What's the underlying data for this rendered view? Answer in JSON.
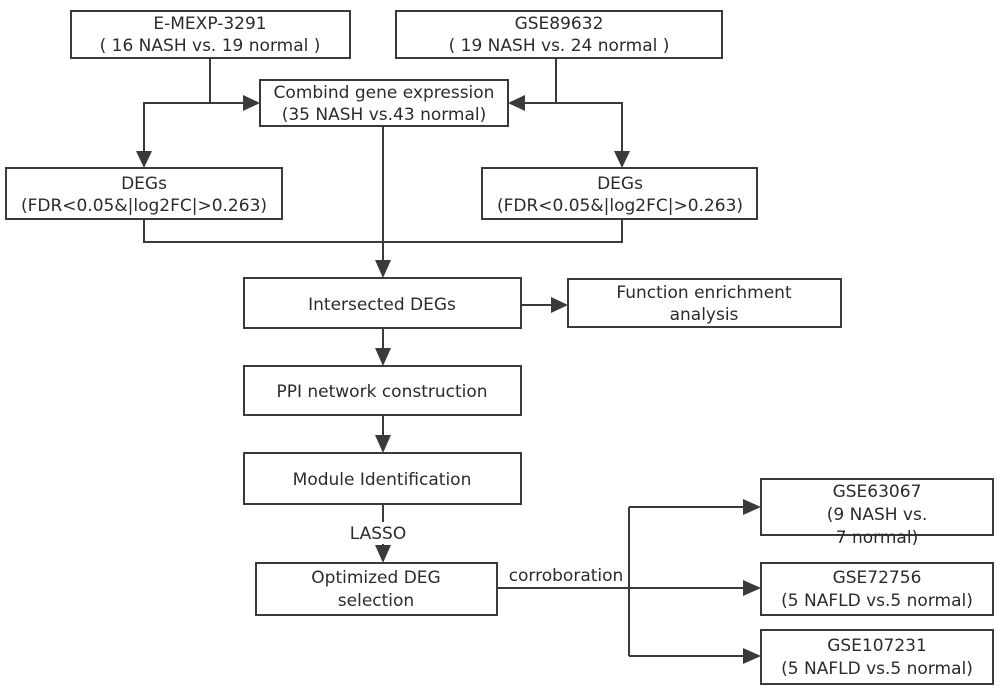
{
  "boxes": {
    "emexp": {
      "line1": "E-MEXP-3291",
      "line2": "( 16 NASH vs. 19 normal )"
    },
    "gse89632": {
      "line1": "GSE89632",
      "line2": "( 19 NASH vs. 24 normal )"
    },
    "combind": {
      "line1": "Combind gene expression",
      "line2": "(35 NASH vs.43 normal)"
    },
    "degs_left": {
      "line1": "DEGs",
      "line2": "(FDR<0.05&|log2FC|>0.263)"
    },
    "degs_right": {
      "line1": "DEGs",
      "line2": "(FDR<0.05&|log2FC|>0.263)"
    },
    "intersected": {
      "line1": "Intersected  DEGs"
    },
    "function": {
      "line1": "Function enrichment",
      "line2": "analysis"
    },
    "ppi": {
      "line1": "PPI network construction"
    },
    "module": {
      "line1": "Module Identification"
    },
    "optimized": {
      "line1": "Optimized  DEG",
      "line2": "selection"
    },
    "gse63067": {
      "line1": "GSE63067",
      "line2": "(9 NASH vs.",
      "line3": "7 normal)"
    },
    "gse72756": {
      "line1": "GSE72756",
      "line2": "(5 NAFLD vs.5 normal)"
    },
    "gse107231": {
      "line1": "GSE107231",
      "line2": "(5 NAFLD vs.5 normal)"
    }
  },
  "edge_labels": {
    "lasso": "LASSO",
    "corroboration": "corroboration"
  }
}
